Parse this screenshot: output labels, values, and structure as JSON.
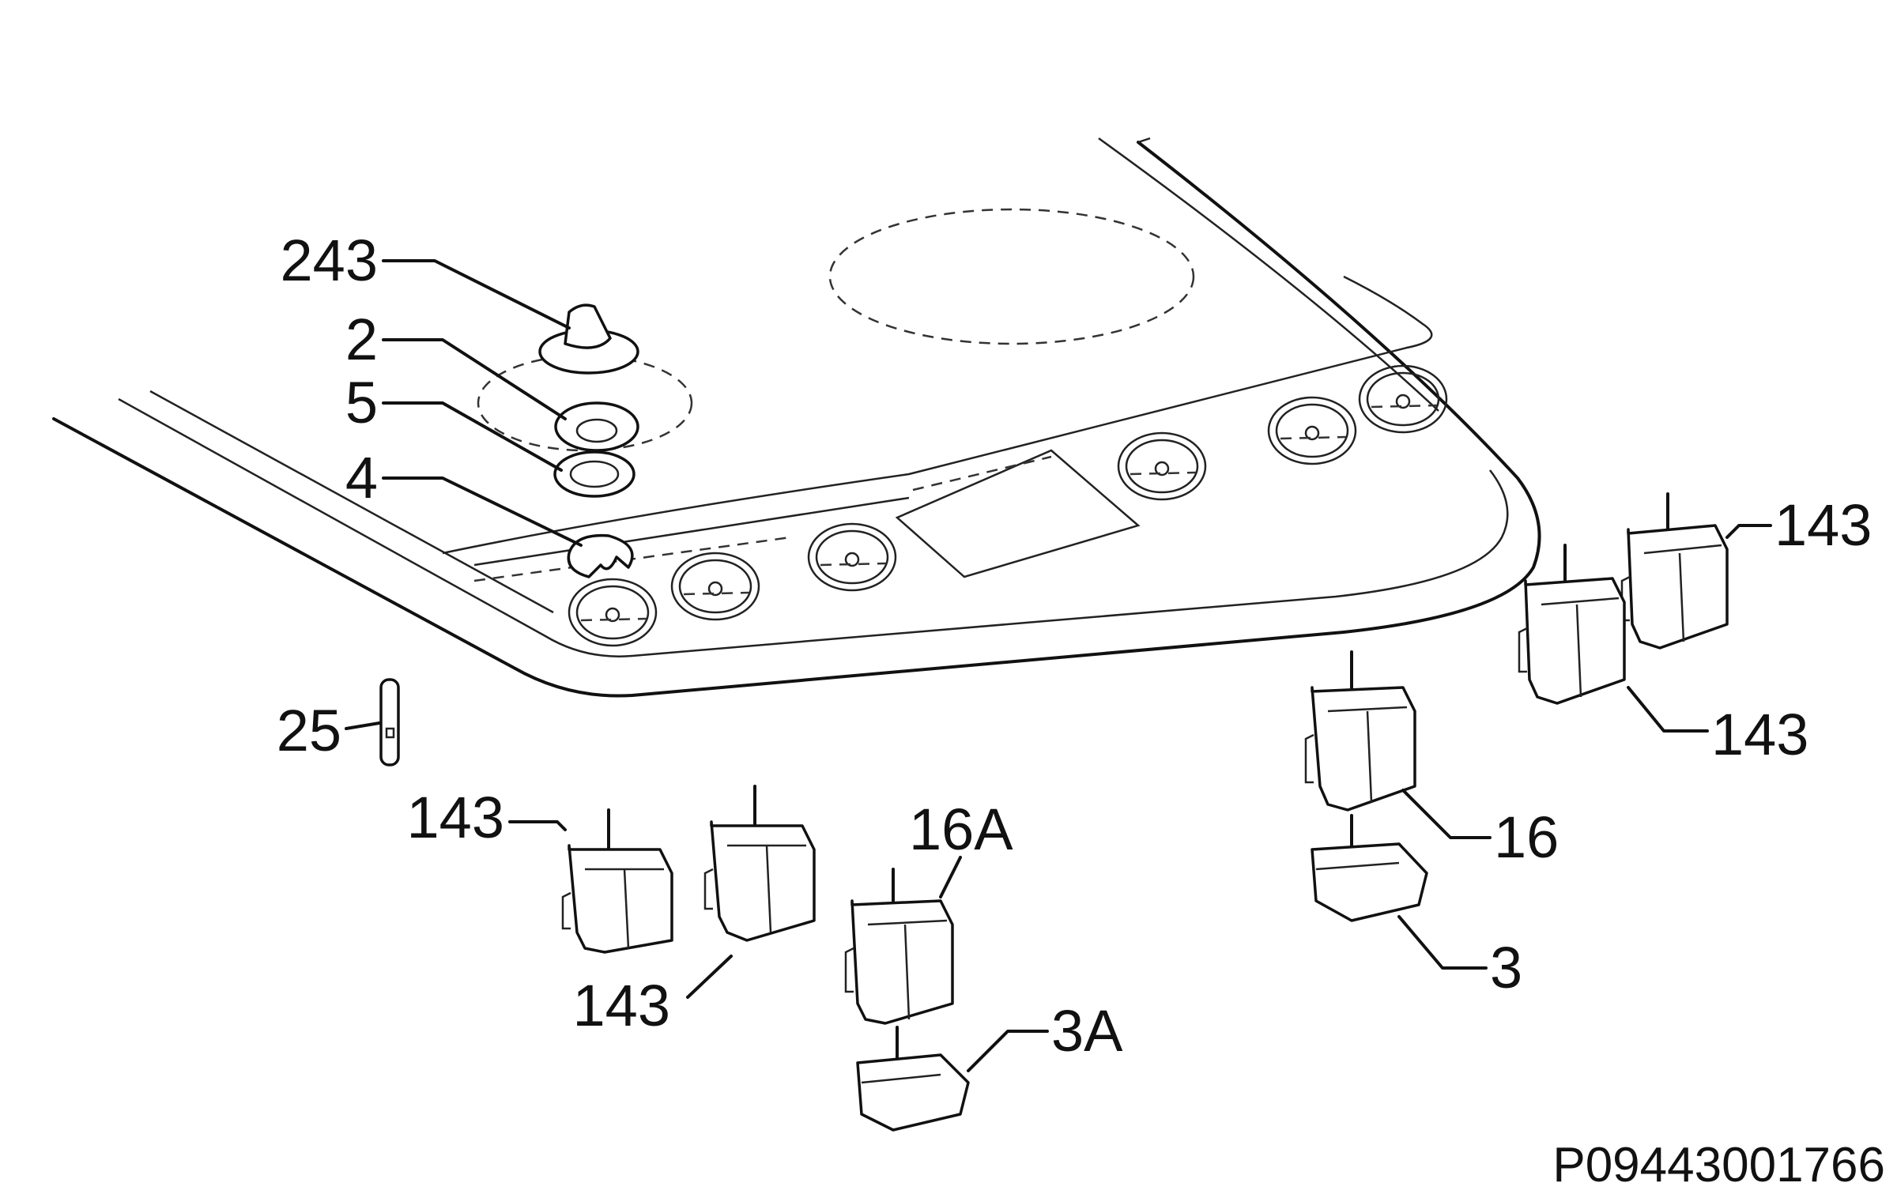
{
  "callouts": {
    "knob": "243",
    "ring": "2",
    "washer": "5",
    "spring": "4",
    "pin": "25",
    "switch_left_top": "143",
    "switch_left_bottom": "143",
    "switch_16a": "16A",
    "base_3a": "3A",
    "switch_16": "16",
    "base_3": "3",
    "switch_right_top": "143",
    "switch_right_bottom": "143"
  },
  "drawing_number": "P09443001766"
}
